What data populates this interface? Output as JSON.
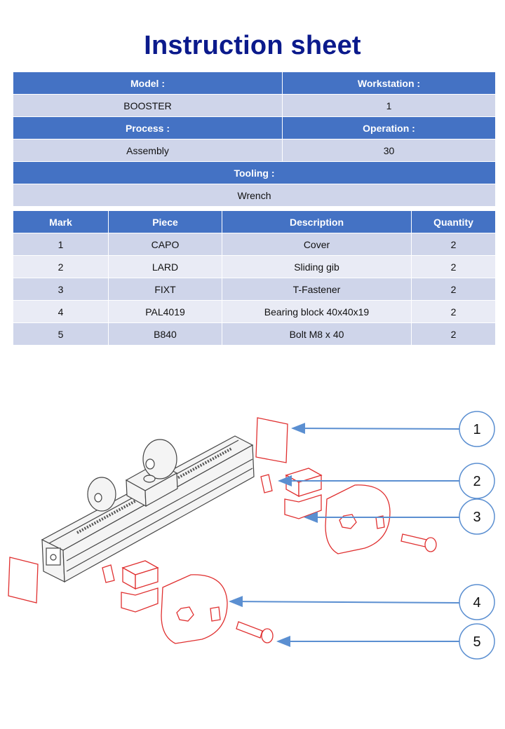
{
  "title": "Instruction sheet",
  "info": {
    "model_label": "Model :",
    "model_value": "BOOSTER",
    "workstation_label": "Workstation :",
    "workstation_value": "1",
    "process_label": "Process :",
    "process_value": "Assembly",
    "operation_label": "Operation :",
    "operation_value": "30",
    "tooling_label": "Tooling :",
    "tooling_value": "Wrench"
  },
  "parts": {
    "headers": [
      "Mark",
      "Piece",
      "Description",
      "Quantity"
    ],
    "rows": [
      {
        "mark": "1",
        "piece": "CAPO",
        "description": "Cover",
        "quantity": "2"
      },
      {
        "mark": "2",
        "piece": "LARD",
        "description": "Sliding gib",
        "quantity": "2"
      },
      {
        "mark": "3",
        "piece": "FIXT",
        "description": "T-Fastener",
        "quantity": "2"
      },
      {
        "mark": "4",
        "piece": "PAL4019",
        "description": "Bearing block 40x40x19",
        "quantity": "2"
      },
      {
        "mark": "5",
        "piece": "B840",
        "description": "Bolt M8 x 40",
        "quantity": "2"
      }
    ]
  },
  "callouts": [
    "1",
    "2",
    "3",
    "4",
    "5"
  ],
  "colors": {
    "title": "#0b1a8c",
    "header_fill": "#4472c4",
    "row_dark": "#cfd5ea",
    "row_light": "#e9ebf5",
    "callout_line": "#5b8fd1",
    "part_red": "#e03030"
  }
}
